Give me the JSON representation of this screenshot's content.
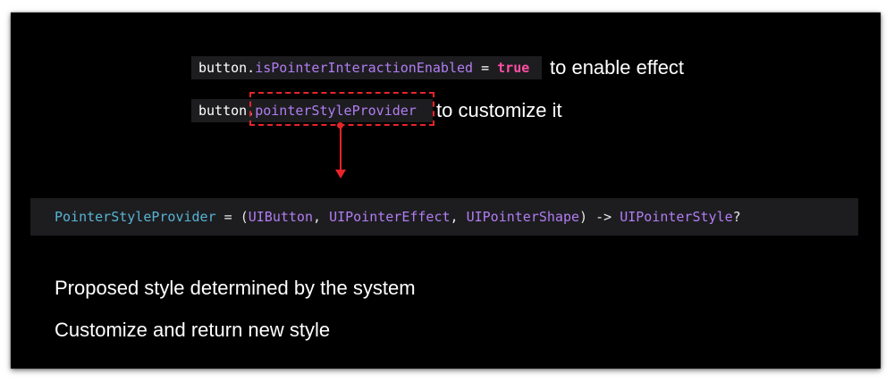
{
  "line1": {
    "code_object": "button.",
    "code_property": "isPointerInteractionEnabled",
    "code_operator": " = ",
    "code_value": "true",
    "caption": "to enable effect"
  },
  "line2": {
    "code_object": "button.",
    "code_property": "pointerStyleProvider",
    "caption": "to customize it"
  },
  "signature": {
    "type_name": "PointerStyleProvider",
    "assign": " = (",
    "param1": "UIButton",
    "comma1": ", ",
    "param2": "UIPointerEffect",
    "comma2": ", ",
    "param3": "UIPointerShape",
    "arrow": ") -> ",
    "return_type": "UIPointerStyle",
    "optional": "?"
  },
  "bullets": [
    "Proposed style determined by the system",
    "Customize and return new style"
  ],
  "colors": {
    "slide_background": "#000000",
    "code_background": "#1d1d20",
    "property": "#b27df2",
    "keyword_true": "#ff4fa3",
    "type": "#58b4d4",
    "annotation_red": "#e8242a"
  }
}
